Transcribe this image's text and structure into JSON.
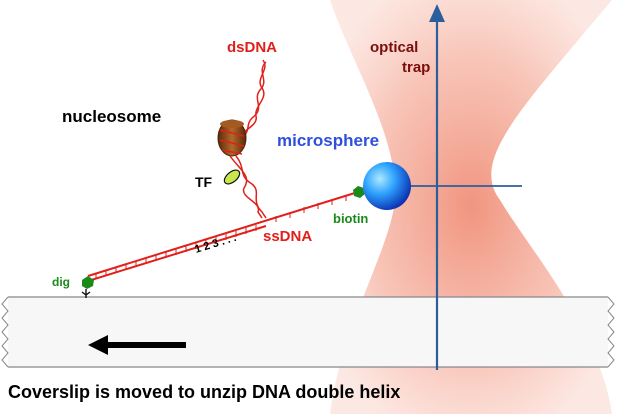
{
  "labels": {
    "dsdna": "dsDNA",
    "optical": "optical",
    "trap": "trap",
    "nucleosome": "nucleosome",
    "microsphere": "microsphere",
    "tf": "TF",
    "biotin": "biotin",
    "ssdna": "ssDNA",
    "dig": "dig",
    "counter": "1 2 3 . . ."
  },
  "caption": "Coverslip is moved to unzip DNA double helix",
  "colors": {
    "dna": "#e0201b",
    "trap_beam": "#f6b6a6",
    "axis": "#2b5e9c",
    "microsphere": "#2f4fe0",
    "biotin_green": "#1b8a1b",
    "nucleosome_brown": "#8b4a1c",
    "coverslip_line": "#888888"
  },
  "icons": [
    "arrow-left-icon",
    "zigzag-edge-icon"
  ]
}
